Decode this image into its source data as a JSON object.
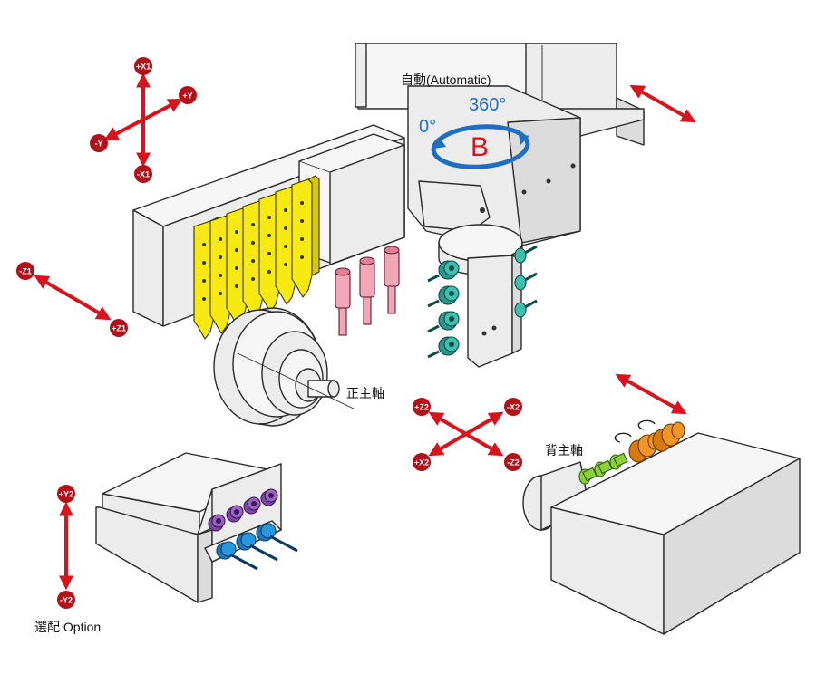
{
  "labels": {
    "automatic": "自動(Automatic)",
    "angle_360": "360°",
    "angle_0": "0°",
    "b_axis": "B",
    "main_spindle": "正主軸",
    "sub_spindle": "背主軸",
    "option": "選配 Option"
  },
  "axes": {
    "x1_plus": "+X1",
    "x1_minus": "-X1",
    "y_plus": "+Y",
    "y_minus": "-Y",
    "z1_plus": "+Z1",
    "z1_minus": "-Z1",
    "z2_plus": "+Z2",
    "z2_minus": "-Z2",
    "x2_plus": "+X2",
    "x2_minus": "-X2",
    "y2_plus": "+Y2",
    "y2_minus": "-Y2"
  },
  "colors": {
    "axis_arrow": "#d7141d",
    "badge": "#b3111a",
    "b_rotation": "#1f6fc0",
    "angle_text": "#1f6fc0",
    "b_letter": "#d7141d",
    "gang_tools": "#f7ea12",
    "fixed_drills": "#f2a7b9",
    "live_tools": "#3fbfb0",
    "option_blue_tools": "#2a98e0",
    "option_purple_tools": "#9b62c4",
    "back_orange_tools": "#f29527",
    "back_green_tools": "#8dd13a"
  }
}
